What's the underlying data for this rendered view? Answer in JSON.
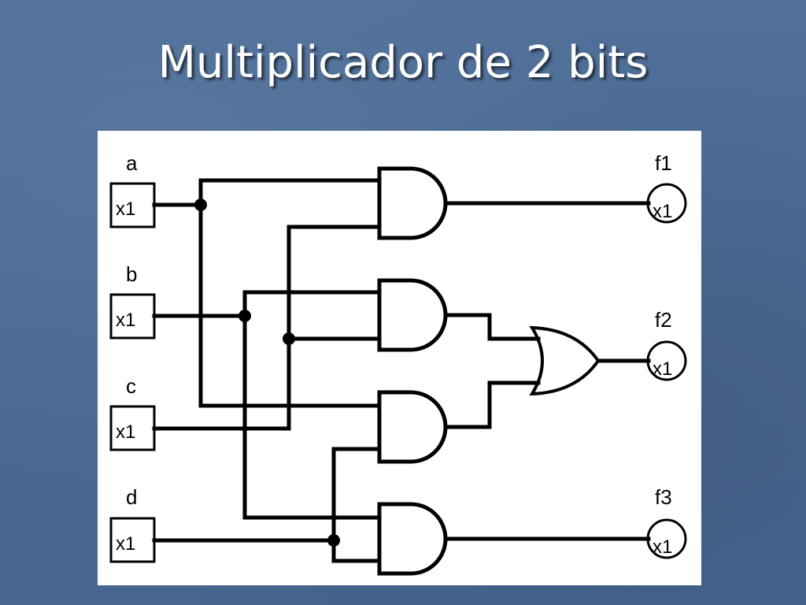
{
  "slide": {
    "title": "Multiplicador de 2 bits"
  },
  "diagram": {
    "inputs": [
      {
        "name": "a",
        "box_text": "x1"
      },
      {
        "name": "b",
        "box_text": "x1"
      },
      {
        "name": "c",
        "box_text": "x1"
      },
      {
        "name": "d",
        "box_text": "x1"
      }
    ],
    "outputs": [
      {
        "name": "f1",
        "probe_text": "x1"
      },
      {
        "name": "f2",
        "probe_text": "x1"
      },
      {
        "name": "f3",
        "probe_text": "x1"
      }
    ],
    "gates": [
      {
        "type": "AND",
        "inputs": [
          "a",
          "c"
        ],
        "output": "f1"
      },
      {
        "type": "AND",
        "inputs": [
          "b",
          "c"
        ],
        "output": "or-gate"
      },
      {
        "type": "AND",
        "inputs": [
          "a",
          "d"
        ],
        "output": "or-gate"
      },
      {
        "type": "AND",
        "inputs": [
          "b",
          "d"
        ],
        "output": "f3"
      },
      {
        "type": "OR",
        "inputs": [
          "and-2",
          "and-3"
        ],
        "output": "f2"
      }
    ],
    "colors": {
      "background": "#4a6992",
      "panel": "#ffffff",
      "line": "#000000",
      "title": "#ffffff"
    }
  }
}
